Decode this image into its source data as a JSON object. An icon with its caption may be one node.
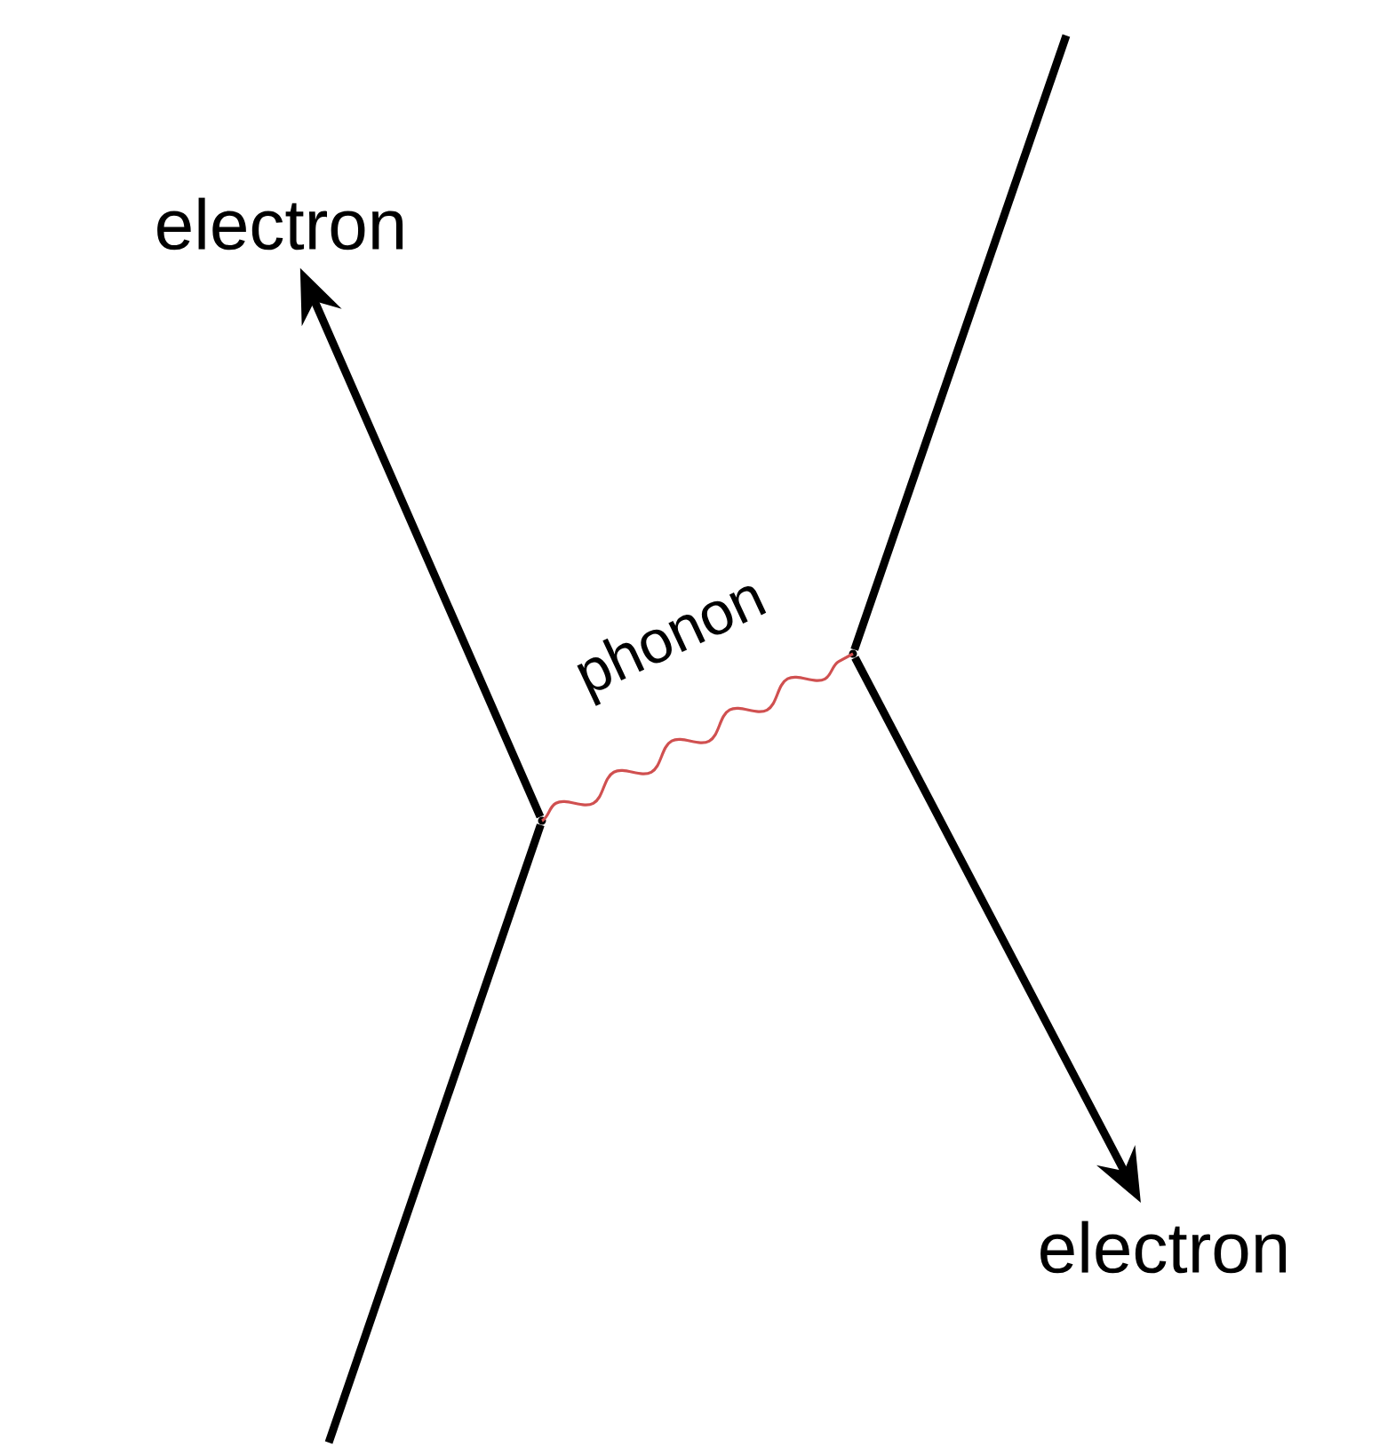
{
  "diagram": {
    "nodes": [
      {
        "text": [
          "electron"
        ]
      },
      {
        "text": [],
        "shape": "point"
      },
      {
        "text": [],
        "shape": "point"
      },
      {
        "text": [
          "electron"
        ]
      }
    ],
    "edges": [
      {
        "from": null,
        "to": 1,
        "arrow": "none"
      },
      {
        "from": 1,
        "to": 0,
        "arrow": "to"
      },
      {
        "from": 1,
        "to": 2,
        "arrow": "none",
        "label": "phonon",
        "color": "#d05050"
      },
      {
        "from": null,
        "to": 2,
        "arrow": "none"
      },
      {
        "from": 2,
        "to": 3,
        "arrow": "to"
      }
    ]
  }
}
